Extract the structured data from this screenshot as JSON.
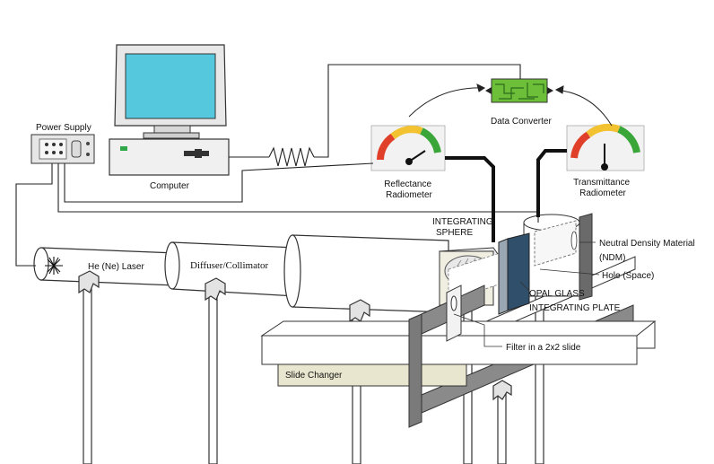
{
  "labels": {
    "power_supply": "Power Supply",
    "computer": "Computer",
    "data_converter": "Data Converter",
    "reflectance_radiometer": [
      "Reflectance",
      "Radiometer"
    ],
    "transmittance_radiometer": [
      "Transmittance",
      "Radiometer"
    ],
    "integrating_sphere": [
      "INTEGRATING",
      "SPHERE"
    ],
    "laser": "He (Ne) Laser",
    "diffuser": "Diffuser/Collimator",
    "ndm": [
      "Neutral Density Material",
      "(NDM)"
    ],
    "hole": "Hole (Space)",
    "opal_glass": [
      "OPAL GLASS",
      "INTEGRATING PLATE"
    ],
    "filter": "Filter in a 2x2 slide",
    "slide_changer": "Slide Changer"
  },
  "colors": {
    "screen": "#55c8de",
    "gauge_green": "#3aa63a",
    "gauge_yellow": "#f2c230",
    "gauge_red": "#e0402a",
    "converter": "#6dbf3a",
    "dark_frame": "#5a5a5a",
    "slide_changer_fill": "#e9e6cf",
    "opal_plate": "#2f4f6a"
  }
}
